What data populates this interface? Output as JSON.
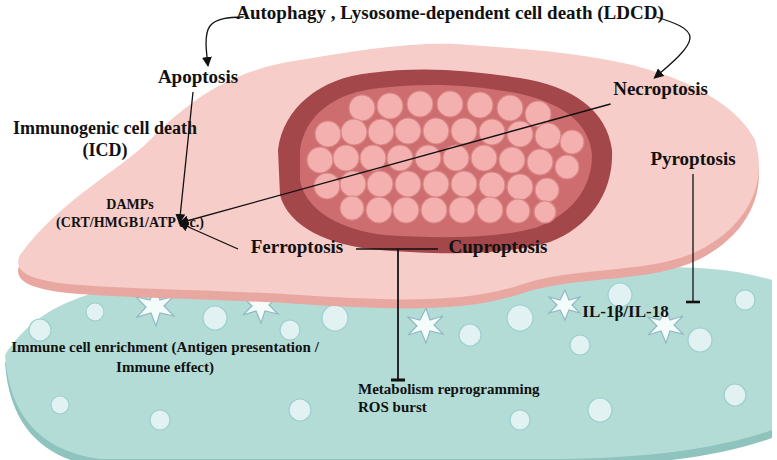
{
  "diagram": {
    "nodes": [
      {
        "text": [
          "Autophagy , Lysosome-dependent cell death (LDCD)"
        ]
      },
      {
        "text": [
          "Apoptosis"
        ]
      },
      {
        "text": [
          "Necroptosis"
        ]
      },
      {
        "text": [
          "Immunogenic cell death (ICD)"
        ]
      },
      {
        "text": [
          "Pyroptosis"
        ]
      },
      {
        "text": [
          "Ferroptosis"
        ]
      },
      {
        "text": [
          "Cuproptosis"
        ]
      },
      {
        "text": [
          "IL-1β/IL-18"
        ]
      },
      {
        "text": [
          "Metabolism reprogramming ROS burst"
        ]
      }
    ],
    "edges": [
      {
        "from": 0,
        "to": 1,
        "arrow": "to"
      },
      {
        "from": 0,
        "to": 2,
        "arrow": "to"
      },
      {
        "from": 1,
        "to": 3,
        "arrow": "to"
      },
      {
        "from": 2,
        "to": 3,
        "arrow": "to"
      },
      {
        "from": 5,
        "to": 3,
        "arrow": "to"
      },
      {
        "from": 5,
        "to": 8,
        "arrow": "to"
      },
      {
        "from": 6,
        "to": 8,
        "arrow": "to"
      },
      {
        "from": 4,
        "to": 7,
        "arrow": "to"
      }
    ],
    "labels": [
      "DAMPs (CRT/HMGB1/ATP etc.)",
      "Immune cell enrichment (Antigen presentation / Immune effect)"
    ]
  }
}
